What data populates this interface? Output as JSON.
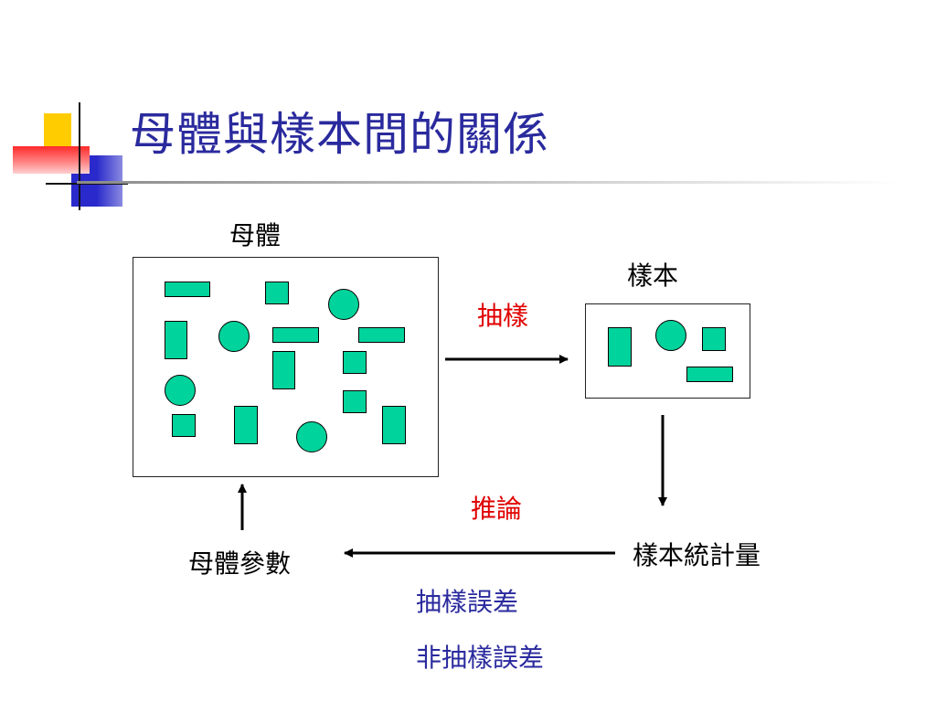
{
  "slide": {
    "title": "母體與樣本間的關係",
    "labels": {
      "population": "母體",
      "sample": "樣本",
      "sampling": "抽樣",
      "inference": "推論",
      "sample_statistic": "樣本統計量",
      "population_parameter": "母體參數",
      "sampling_error": "抽樣誤差",
      "non_sampling_error": "非抽樣誤差"
    },
    "colors": {
      "title": "#2a2a9e",
      "shape_fill": "#00d39b",
      "highlight_red": "#e00000",
      "error_blue": "#2a2a9e",
      "deco_yellow": "#ffcc00",
      "deco_blue": "#2a2acc",
      "deco_red": "#ff4444"
    }
  }
}
